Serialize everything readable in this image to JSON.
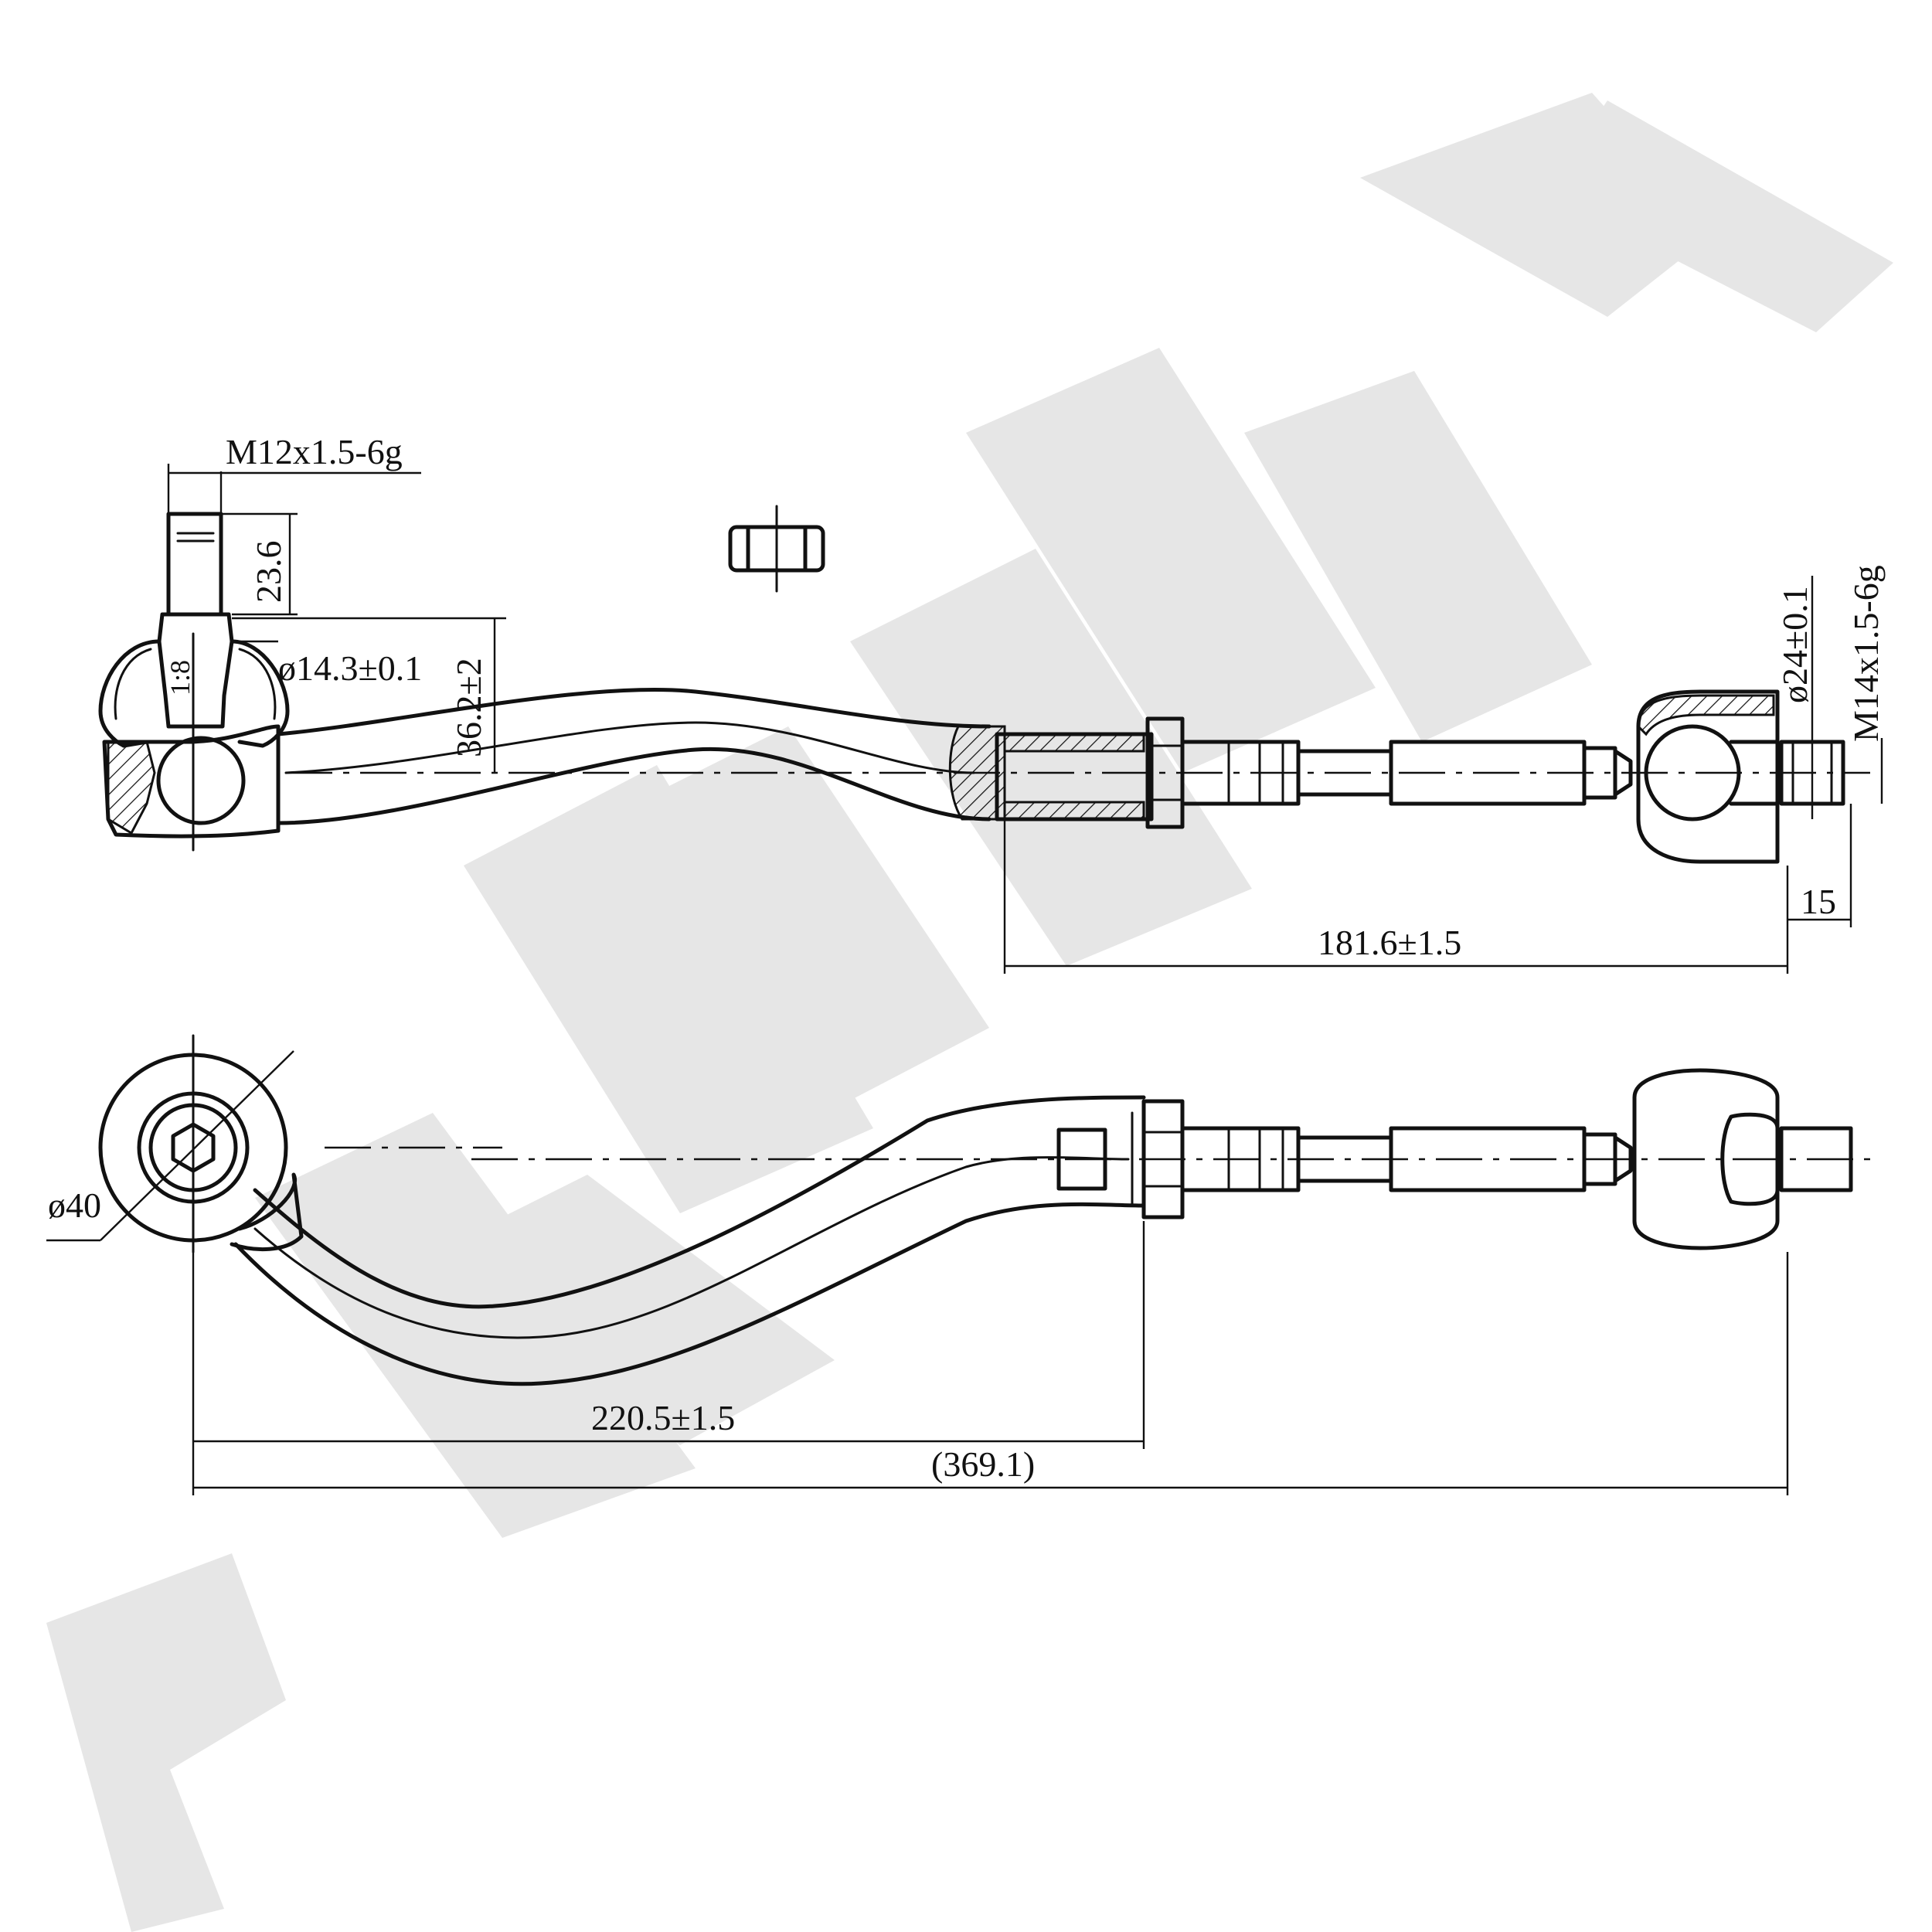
{
  "dimensions": {
    "thread_stud": "M12x1.5-6g",
    "stud_length": "23.6",
    "cone_diameter": "ø14.3±0.1",
    "taper": "1:8",
    "ball_offset": "36.2±2",
    "inner_thread": "M14x1.5-6g",
    "inner_ball_diameter": "ø24±0.1",
    "thread_length": "15",
    "inner_length": "181.6±1.5",
    "eye_diameter": "ø40",
    "outer_length": "220.5±1.5",
    "total_length": "(369.1)"
  },
  "colors": {
    "line": "#111111",
    "watermark": "#e6e6e6",
    "background": "#ffffff"
  }
}
